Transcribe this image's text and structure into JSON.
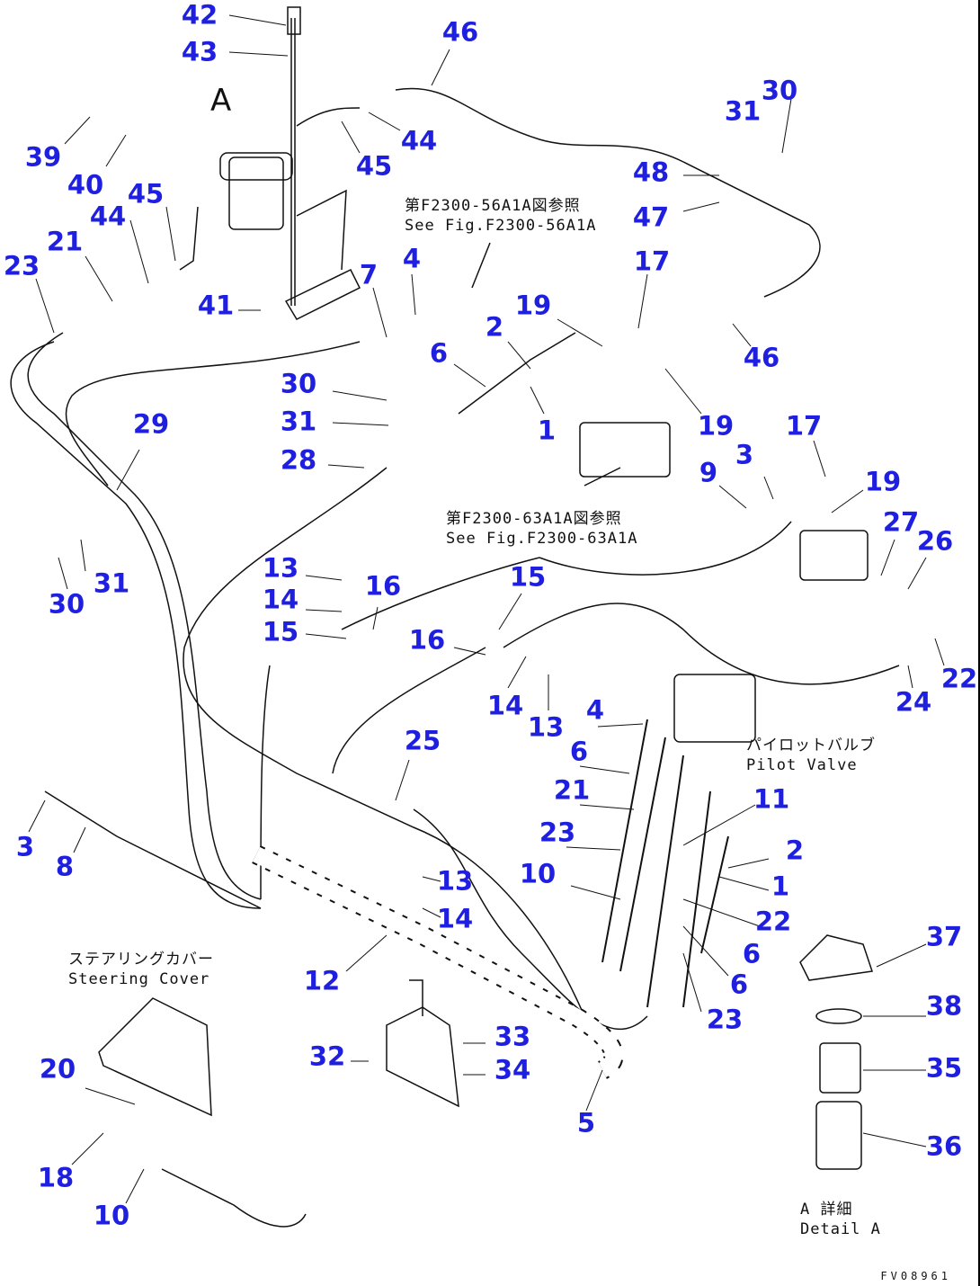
{
  "diagram": {
    "view_label": "A",
    "callouts": [
      "42",
      "43",
      "46",
      "39",
      "40",
      "45",
      "44",
      "31",
      "30",
      "48",
      "47",
      "45",
      "44",
      "21",
      "23",
      "4",
      "7",
      "41",
      "17",
      "19",
      "2",
      "6",
      "46",
      "30",
      "31",
      "29",
      "1",
      "19",
      "17",
      "28",
      "3",
      "9",
      "19",
      "27",
      "26",
      "13",
      "16",
      "14",
      "15",
      "31",
      "30",
      "15",
      "16",
      "22",
      "24",
      "14",
      "13",
      "4",
      "6",
      "25",
      "21",
      "11",
      "23",
      "2",
      "3",
      "8",
      "10",
      "1",
      "13",
      "14",
      "22",
      "6",
      "37",
      "12",
      "6",
      "23",
      "38",
      "33",
      "34",
      "32",
      "35",
      "20",
      "5",
      "36",
      "18",
      "10"
    ],
    "notes": {
      "ref1_jp": "第F2300-56A1A図参照",
      "ref1_en": "See Fig.F2300-56A1A",
      "ref2_jp": "第F2300-63A1A図参照",
      "ref2_en": "See Fig.F2300-63A1A",
      "pilot_jp": "パイロットバルブ",
      "pilot_en": "Pilot Valve",
      "steering_jp": "ステアリングカバー",
      "steering_en": "Steering Cover",
      "detail_jp": "A 詳細",
      "detail_en": "Detail A"
    },
    "drawing_code": "FV08961",
    "colors": {
      "callout": "#1f1fe0",
      "line": "#111111"
    }
  }
}
